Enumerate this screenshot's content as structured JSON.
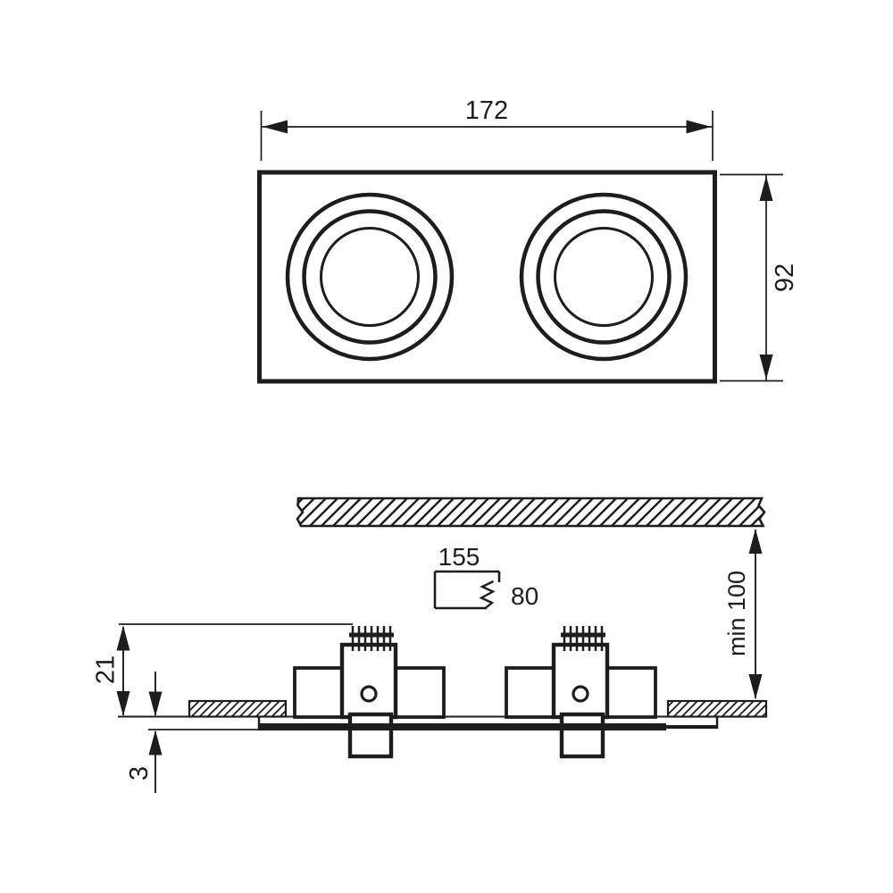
{
  "diagram": {
    "type": "technical dimension drawing of twin square recessed downlight",
    "colors": {
      "line": "#1d1d1b",
      "background": "#ffffff"
    },
    "top_view": {
      "width_label": "172",
      "height_label": "92"
    },
    "section_view": {
      "ceiling_cutout": {
        "length_label": "155",
        "width_label": "80"
      },
      "min_recess_depth_label": "min 100",
      "above_ceiling_height_label": "21",
      "below_ceiling_thickness_label": "3"
    }
  }
}
